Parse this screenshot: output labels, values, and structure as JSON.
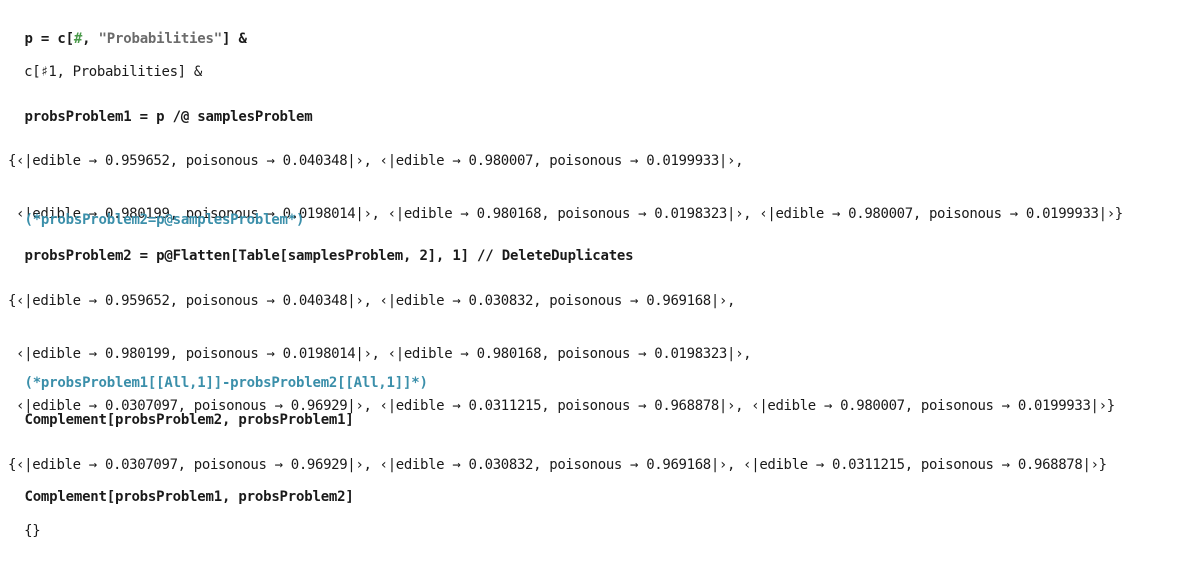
{
  "cells": [
    {
      "kind": "input",
      "name": "input-cell-define-p",
      "segments": [
        {
          "t": "p = c[",
          "c": "tok"
        },
        {
          "t": "#",
          "c": "slot"
        },
        {
          "t": ", ",
          "c": "tok"
        },
        {
          "t": "\"Probabilities\"",
          "c": "str"
        },
        {
          "t": "] &",
          "c": "tok"
        }
      ]
    },
    {
      "kind": "output",
      "name": "output-cell-define-p",
      "lines": [
        "c[♯1, Probabilities] &"
      ]
    },
    {
      "kind": "input",
      "name": "input-cell-probsProblem1",
      "segments": [
        {
          "t": "probsProblem1 = p /@ samplesProblem",
          "c": "tok"
        }
      ]
    },
    {
      "kind": "output",
      "name": "output-cell-probsProblem1",
      "lines": [
        "{‹|edible → 0.959652, poisonous → 0.040348|›, ‹|edible → 0.980007, poisonous → 0.0199933|›,",
        " ‹|edible → 0.980199, poisonous → 0.0198014|›, ‹|edible → 0.980168, poisonous → 0.0198323|›, ‹|edible → 0.980007, poisonous → 0.0199933|›}"
      ]
    },
    {
      "kind": "comment",
      "name": "comment-cell-probsProblem2-alt",
      "text": "(*probsProblem2=p@samplesProblem*)"
    },
    {
      "kind": "input",
      "name": "input-cell-probsProblem2",
      "segments": [
        {
          "t": "probsProblem2 = p@Flatten[Table[samplesProblem, 2], 1] // DeleteDuplicates",
          "c": "tok"
        }
      ]
    },
    {
      "kind": "output",
      "name": "output-cell-probsProblem2",
      "lines": [
        "{‹|edible → 0.959652, poisonous → 0.040348|›, ‹|edible → 0.030832, poisonous → 0.969168|›,",
        " ‹|edible → 0.980199, poisonous → 0.0198014|›, ‹|edible → 0.980168, poisonous → 0.0198323|›,",
        " ‹|edible → 0.0307097, poisonous → 0.96929|›, ‹|edible → 0.0311215, poisonous → 0.968878|›, ‹|edible → 0.980007, poisonous → 0.0199933|›}"
      ]
    },
    {
      "kind": "comment",
      "name": "comment-cell-difference",
      "text": "(*probsProblem1[[All,1]]-probsProblem2[[All,1]]*)"
    },
    {
      "kind": "input",
      "name": "input-cell-complement-2-1",
      "segments": [
        {
          "t": "Complement[probsProblem2, probsProblem1]",
          "c": "tok"
        }
      ]
    },
    {
      "kind": "output",
      "name": "output-cell-complement-2-1",
      "lines": [
        "{‹|edible → 0.0307097, poisonous → 0.96929|›, ‹|edible → 0.030832, poisonous → 0.969168|›, ‹|edible → 0.0311215, poisonous → 0.968878|›}"
      ]
    },
    {
      "kind": "input",
      "name": "input-cell-complement-1-2",
      "segments": [
        {
          "t": "Complement[probsProblem1, probsProblem2]",
          "c": "tok"
        }
      ]
    },
    {
      "kind": "output",
      "name": "output-cell-complement-1-2",
      "lines": [
        "{}"
      ]
    }
  ]
}
